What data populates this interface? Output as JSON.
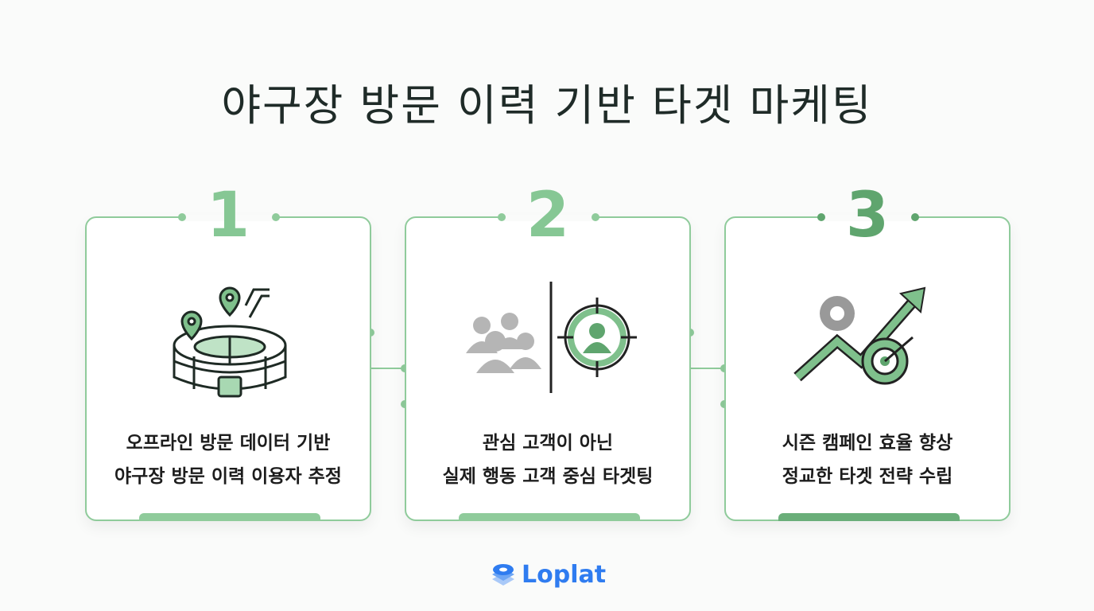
{
  "title": "야구장 방문 이력 기반 타겟 마케팅",
  "steps": [
    {
      "number": "1",
      "line1": "오프라인 방문 데이터 기반",
      "line2": "야구장 방문 이력 이용자 추정",
      "icon": "stadium-location-icon"
    },
    {
      "number": "2",
      "line1": "관심 고객이 아닌",
      "line2": "실제 행동 고객 중심 타겟팅",
      "icon": "audience-target-icon"
    },
    {
      "number": "3",
      "line1": "시즌 캠페인 효율 향상",
      "line2": "정교한 타겟 전략 수립",
      "icon": "growth-target-icon"
    }
  ],
  "logo": {
    "text": "Loplat"
  },
  "colors": {
    "accent": "#8fcb9b",
    "accent_dark": "#5fa56e",
    "logo": "#2f7cf0"
  }
}
